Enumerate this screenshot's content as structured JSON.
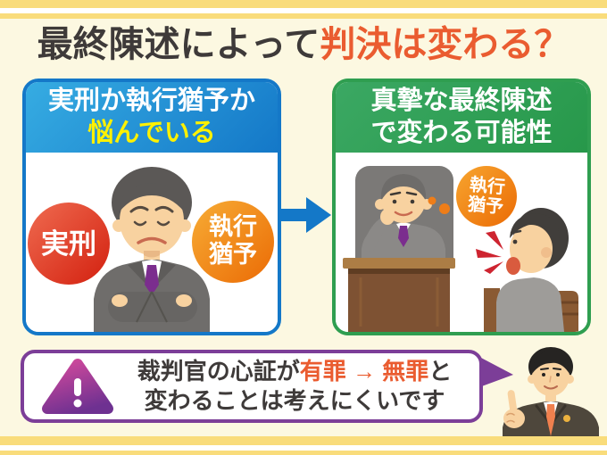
{
  "title": {
    "prefix": "最終陳述によって",
    "accent": "判決は変わる？"
  },
  "left_panel": {
    "heading_line1": "実刑か執行猶予か",
    "heading_line2": "悩んでいる",
    "circle_left_label": "実刑",
    "circle_right_line1": "執行",
    "circle_right_line2": "猶予"
  },
  "right_panel": {
    "heading_line1": "真摯な最終陳述",
    "heading_line2": "で変わる可能性",
    "bubble_line1": "執行",
    "bubble_line2": "猶予"
  },
  "warning": {
    "line1_prefix": "裁判官の心証が",
    "line1_accent": "有罪 → 無罪",
    "line1_suffix": "と",
    "line2": "変わることは考えにくいです"
  },
  "colors": {
    "background": "#FCF8E1",
    "stripe_yellow": "#F9DC7B",
    "title_text": "#3E3A39",
    "accent_orange": "#EA5C30",
    "panel_blue": "#1478C8",
    "panel_blue_light": "#36ACE2",
    "panel_green": "#2F9E50",
    "heading_yellow": "#FFF100",
    "warning_purple": "#7C3E98",
    "circle_red": "#D72C16",
    "circle_orange": "#EB6B05",
    "arrow_blue": "#1478C8"
  }
}
